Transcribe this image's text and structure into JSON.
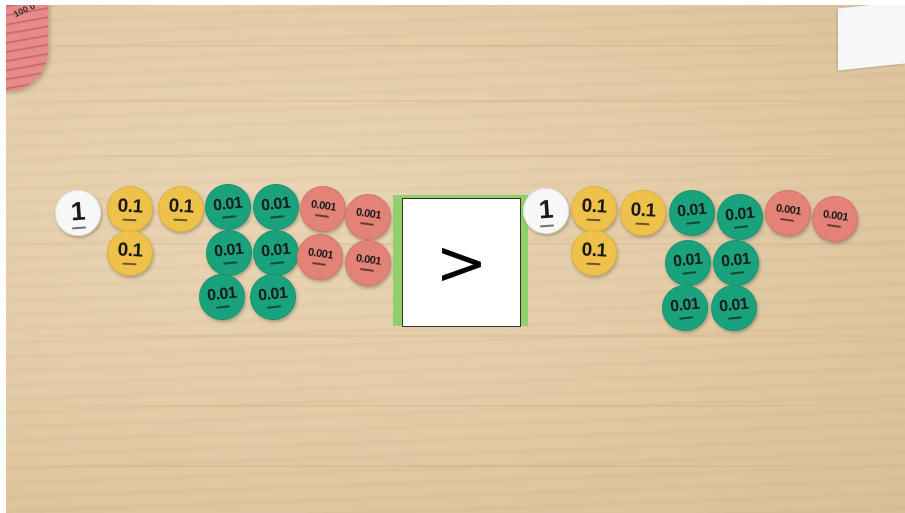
{
  "pile_label": "100 0",
  "left_group": [
    {
      "label": "1",
      "color": "white"
    },
    {
      "label": "0.1",
      "color": "yellow"
    },
    {
      "label": "0.1",
      "color": "yellow"
    },
    {
      "label": "0.1",
      "color": "yellow"
    },
    {
      "label": "0.01",
      "color": "green"
    },
    {
      "label": "0.01",
      "color": "green"
    },
    {
      "label": "0.01",
      "color": "green"
    },
    {
      "label": "0.01",
      "color": "green"
    },
    {
      "label": "0.01",
      "color": "green"
    },
    {
      "label": "0.01",
      "color": "green"
    },
    {
      "label": "0.001",
      "color": "red"
    },
    {
      "label": "0.001",
      "color": "red"
    },
    {
      "label": "0.001",
      "color": "red"
    },
    {
      "label": "0.001",
      "color": "red"
    }
  ],
  "comparison_symbol": ">",
  "right_group": [
    {
      "label": "1",
      "color": "white"
    },
    {
      "label": "0.1",
      "color": "yellow"
    },
    {
      "label": "0.1",
      "color": "yellow"
    },
    {
      "label": "0.1",
      "color": "yellow"
    },
    {
      "label": "0.01",
      "color": "green"
    },
    {
      "label": "0.01",
      "color": "green"
    },
    {
      "label": "0.01",
      "color": "green"
    },
    {
      "label": "0.01",
      "color": "green"
    },
    {
      "label": "0.01",
      "color": "green"
    },
    {
      "label": "0.01",
      "color": "green"
    },
    {
      "label": "0.001",
      "color": "red"
    },
    {
      "label": "0.001",
      "color": "red"
    }
  ],
  "colors": {
    "white": "#f7f7f7",
    "yellow": "#eec24a",
    "green": "#1aa27d",
    "red": "#e38277",
    "sign_background": "#8fcf6c"
  }
}
